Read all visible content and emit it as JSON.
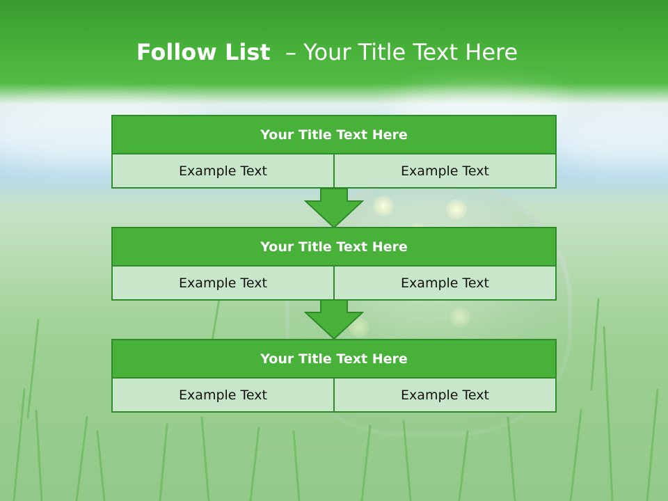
{
  "title": {
    "bold": "Follow List ",
    "rest": " – Your Title Text Here"
  },
  "steps": [
    {
      "heading": "Your Title Text Here",
      "left": "Example Text",
      "right": "Example Text"
    },
    {
      "heading": "Your Title Text Here",
      "left": "Example Text",
      "right": "Example Text"
    },
    {
      "heading": "Your Title Text Here",
      "left": "Example Text",
      "right": "Example Text"
    }
  ],
  "colors": {
    "header_green": "#47b13a",
    "border_green": "#2f8a2a",
    "cell_fill": "#c8e6c9",
    "title_text": "#ffffff"
  },
  "icons": {
    "connector": "down-arrow-icon"
  }
}
